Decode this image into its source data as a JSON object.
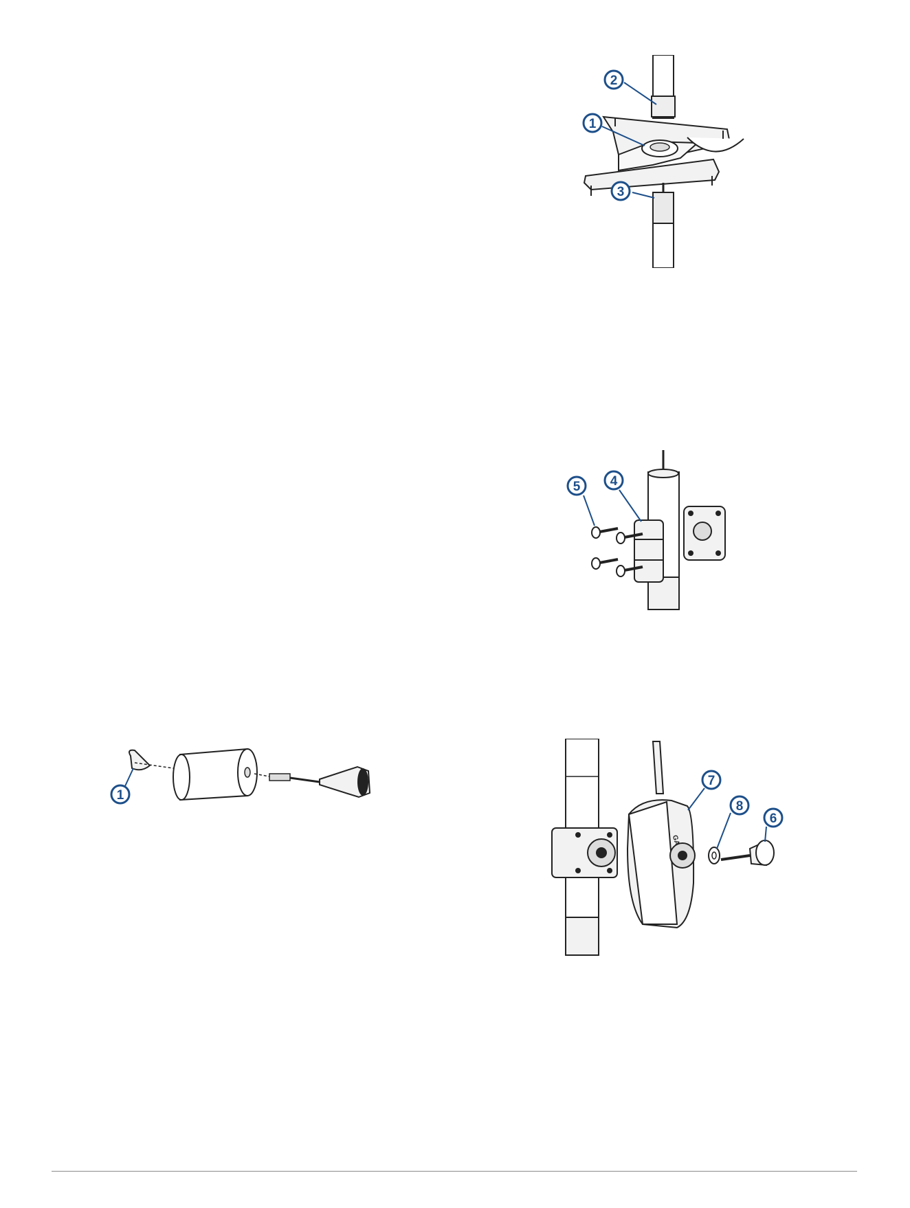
{
  "figures": [
    {
      "id": "trolling-motor-shaft",
      "callouts": [
        "1",
        "2",
        "3"
      ]
    },
    {
      "id": "shaft-mount-bracket",
      "callouts": [
        "4",
        "5"
      ]
    },
    {
      "id": "transducer-cable",
      "callouts": [
        "1"
      ]
    },
    {
      "id": "device-mount",
      "callouts": [
        "7",
        "8",
        "6"
      ],
      "brand_text": "GARMIN"
    }
  ],
  "colors": {
    "callout": "#1d4f8a",
    "line": "#222222",
    "fill": "#ffffff",
    "shade": "#d9d9d9"
  }
}
